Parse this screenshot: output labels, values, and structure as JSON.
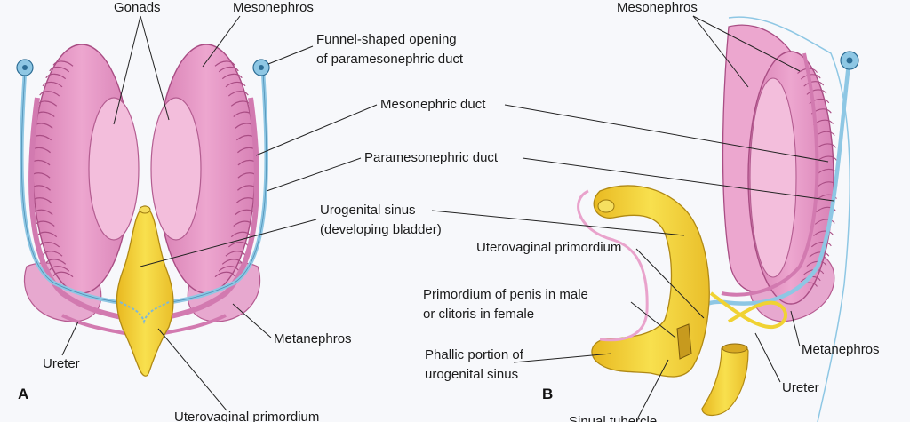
{
  "panel_a": {
    "letter": "A",
    "labels": {
      "gonads": "Gonads",
      "mesonephros": "Mesonephros",
      "funnel_line1": "Funnel-shaped opening",
      "funnel_line2": "of paramesonephric duct",
      "mesonephric_duct": "Mesonephric duct",
      "paramesonephric_duct": "Paramesonephric duct",
      "urogenital_sinus_line1": "Urogenital sinus",
      "urogenital_sinus_line2": "(developing bladder)",
      "metanephros": "Metanephros",
      "ureter": "Ureter",
      "uterovaginal_primordium": "Uterovaginal primordium"
    }
  },
  "panel_b": {
    "letter": "B",
    "labels": {
      "mesonephros": "Mesonephros",
      "uterovaginal_primordium": "Uterovaginal primordium",
      "penis_line1": "Primordium of penis in male",
      "penis_line2": "or clitoris in female",
      "phallic_line1": "Phallic portion of",
      "phallic_line2": "urogenital sinus",
      "metanephros": "Metanephros",
      "ureter": "Ureter",
      "sinual_tubercle": "Sinual tubercle"
    }
  },
  "colors": {
    "mesonephros_pink": "#e79ac6",
    "gonad_pink": "#f2b9d8",
    "duct_blue": "#8ec7e4",
    "sinus_yellow": "#f4d23c",
    "leader_line": "#222222"
  }
}
